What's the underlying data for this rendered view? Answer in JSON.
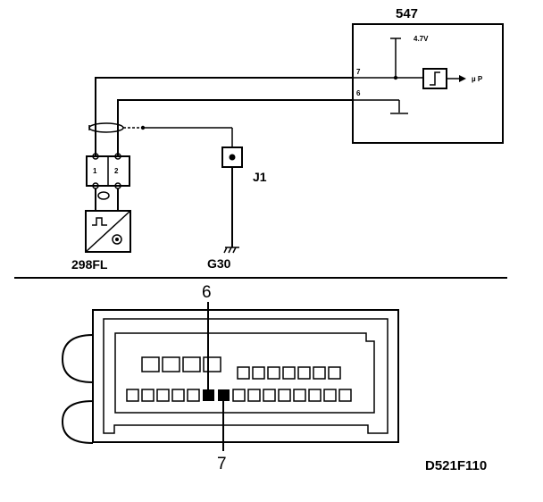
{
  "ecu": {
    "id": "547",
    "pin_7": "7",
    "pin_6": "6",
    "supply": "4.7V",
    "output": "µ P"
  },
  "sensor": {
    "id": "298FL",
    "pin_1": "1",
    "pin_2": "2"
  },
  "junction": {
    "id": "J1"
  },
  "ground": {
    "id": "G30"
  },
  "connector": {
    "pin_upper": "6",
    "pin_lower": "7"
  },
  "figure": {
    "code": "D521F110"
  }
}
